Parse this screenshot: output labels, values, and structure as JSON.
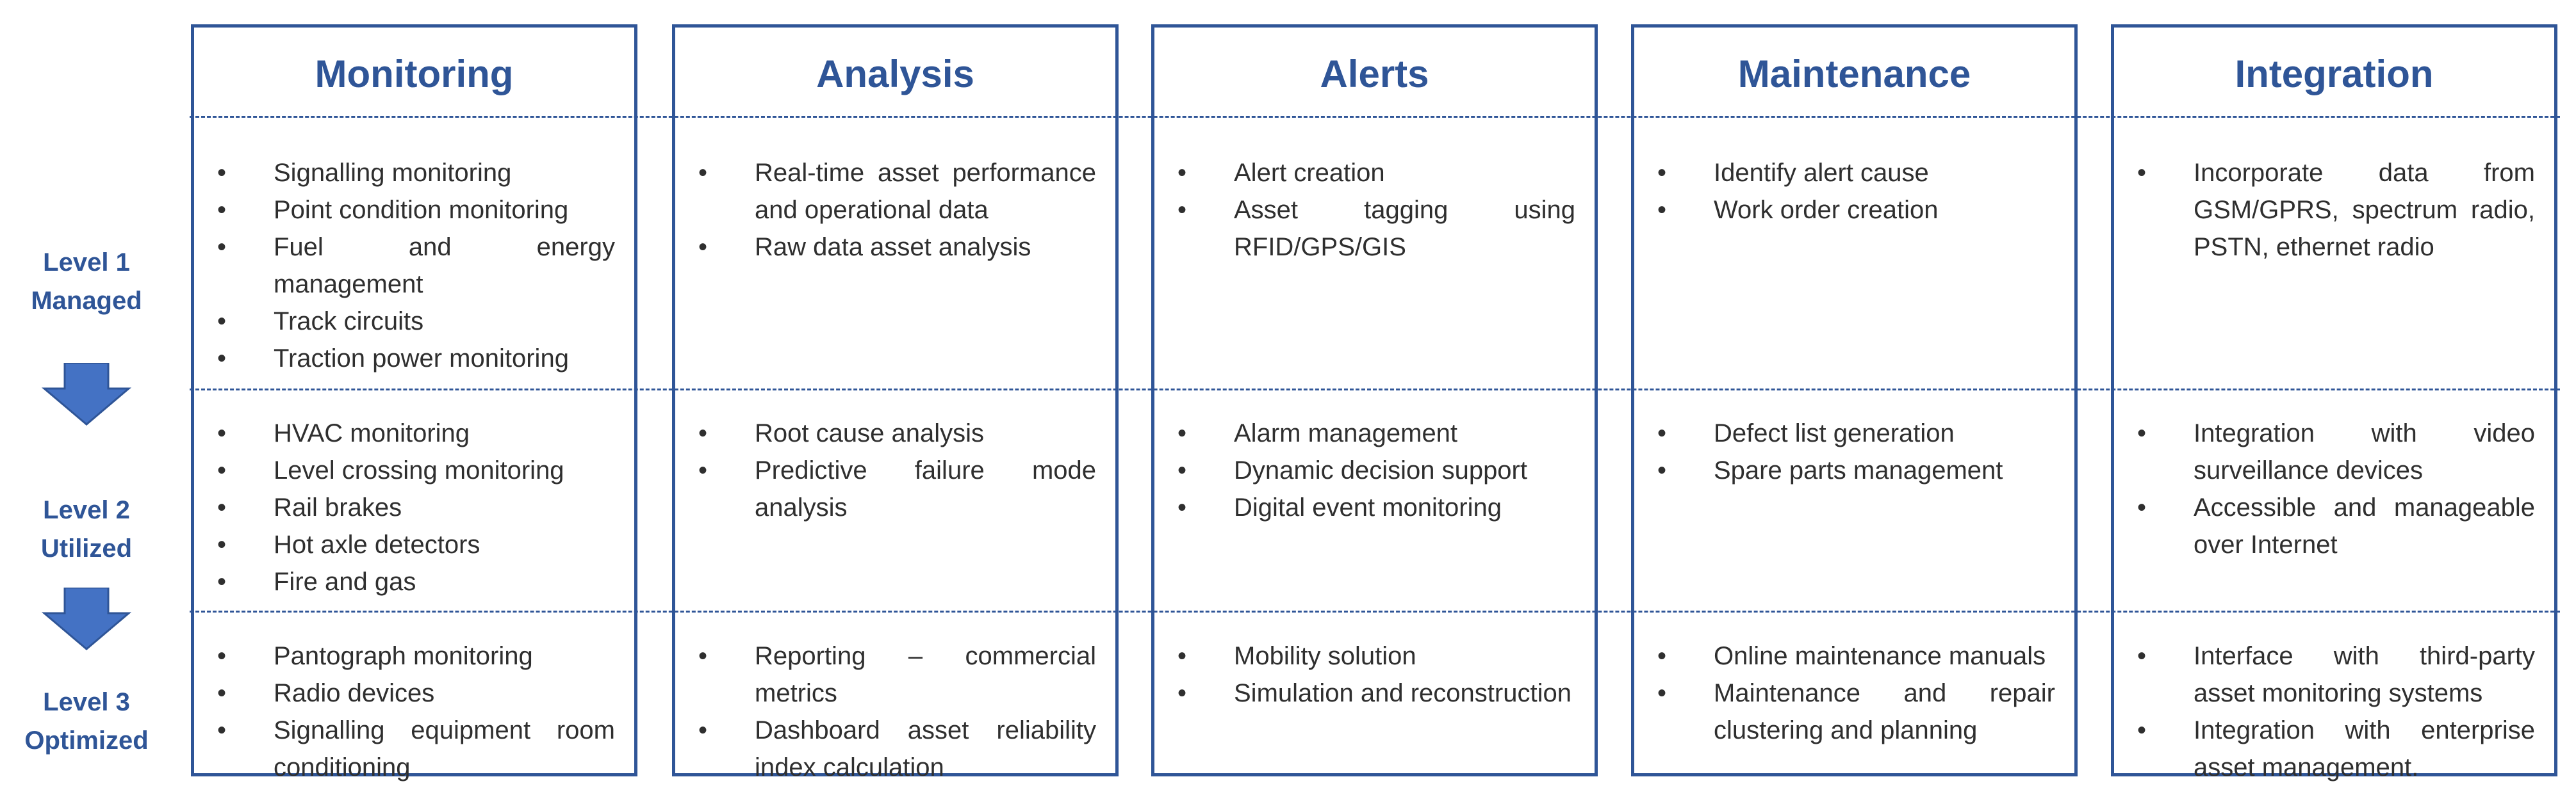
{
  "levels": [
    {
      "line1": "Level 1",
      "line2": "Managed"
    },
    {
      "line1": "Level 2",
      "line2": "Utilized"
    },
    {
      "line1": "Level 3",
      "line2": "Optimized"
    }
  ],
  "columns": [
    {
      "title": "Monitoring",
      "cells": [
        [
          "Signalling monitoring",
          "Point condition monitoring",
          "Fuel and energy management",
          "Track circuits",
          "Traction power monitoring"
        ],
        [
          "HVAC monitoring",
          "Level crossing monitoring",
          "Rail brakes",
          "Hot axle detectors",
          "Fire and gas"
        ],
        [
          "Pantograph monitoring",
          "Radio devices",
          "Signalling equipment room conditioning"
        ]
      ]
    },
    {
      "title": "Analysis",
      "cells": [
        [
          "Real-time asset performance and operational data",
          "Raw data asset analysis"
        ],
        [
          "Root cause analysis",
          "Predictive failure mode analysis"
        ],
        [
          "Reporting – commercial metrics",
          "Dashboard asset reliability index calculation"
        ]
      ]
    },
    {
      "title": "Alerts",
      "cells": [
        [
          "Alert creation",
          "Asset tagging using RFID/GPS/GIS"
        ],
        [
          "Alarm management",
          "Dynamic decision support",
          "Digital event monitoring"
        ],
        [
          "Mobility solution",
          "Simulation and reconstruction"
        ]
      ]
    },
    {
      "title": "Maintenance",
      "cells": [
        [
          "Identify alert cause",
          "Work order creation"
        ],
        [
          "Defect list generation",
          "Spare parts management"
        ],
        [
          "Online maintenance manuals",
          "Maintenance and repair clustering and planning"
        ]
      ]
    },
    {
      "title": "Integration",
      "cells": [
        [
          "Incorporate data from GSM/GPRS, spectrum radio, PSTN, ethernet radio"
        ],
        [
          "Integration with video surveillance devices",
          "Accessible and manageable over Internet"
        ],
        [
          "Interface with third-party asset monitoring systems",
          "Integration with enterprise asset management."
        ]
      ]
    }
  ],
  "colors": {
    "accent": "#2f5597",
    "arrow": "#4472c4",
    "text": "#2f2f2f"
  }
}
